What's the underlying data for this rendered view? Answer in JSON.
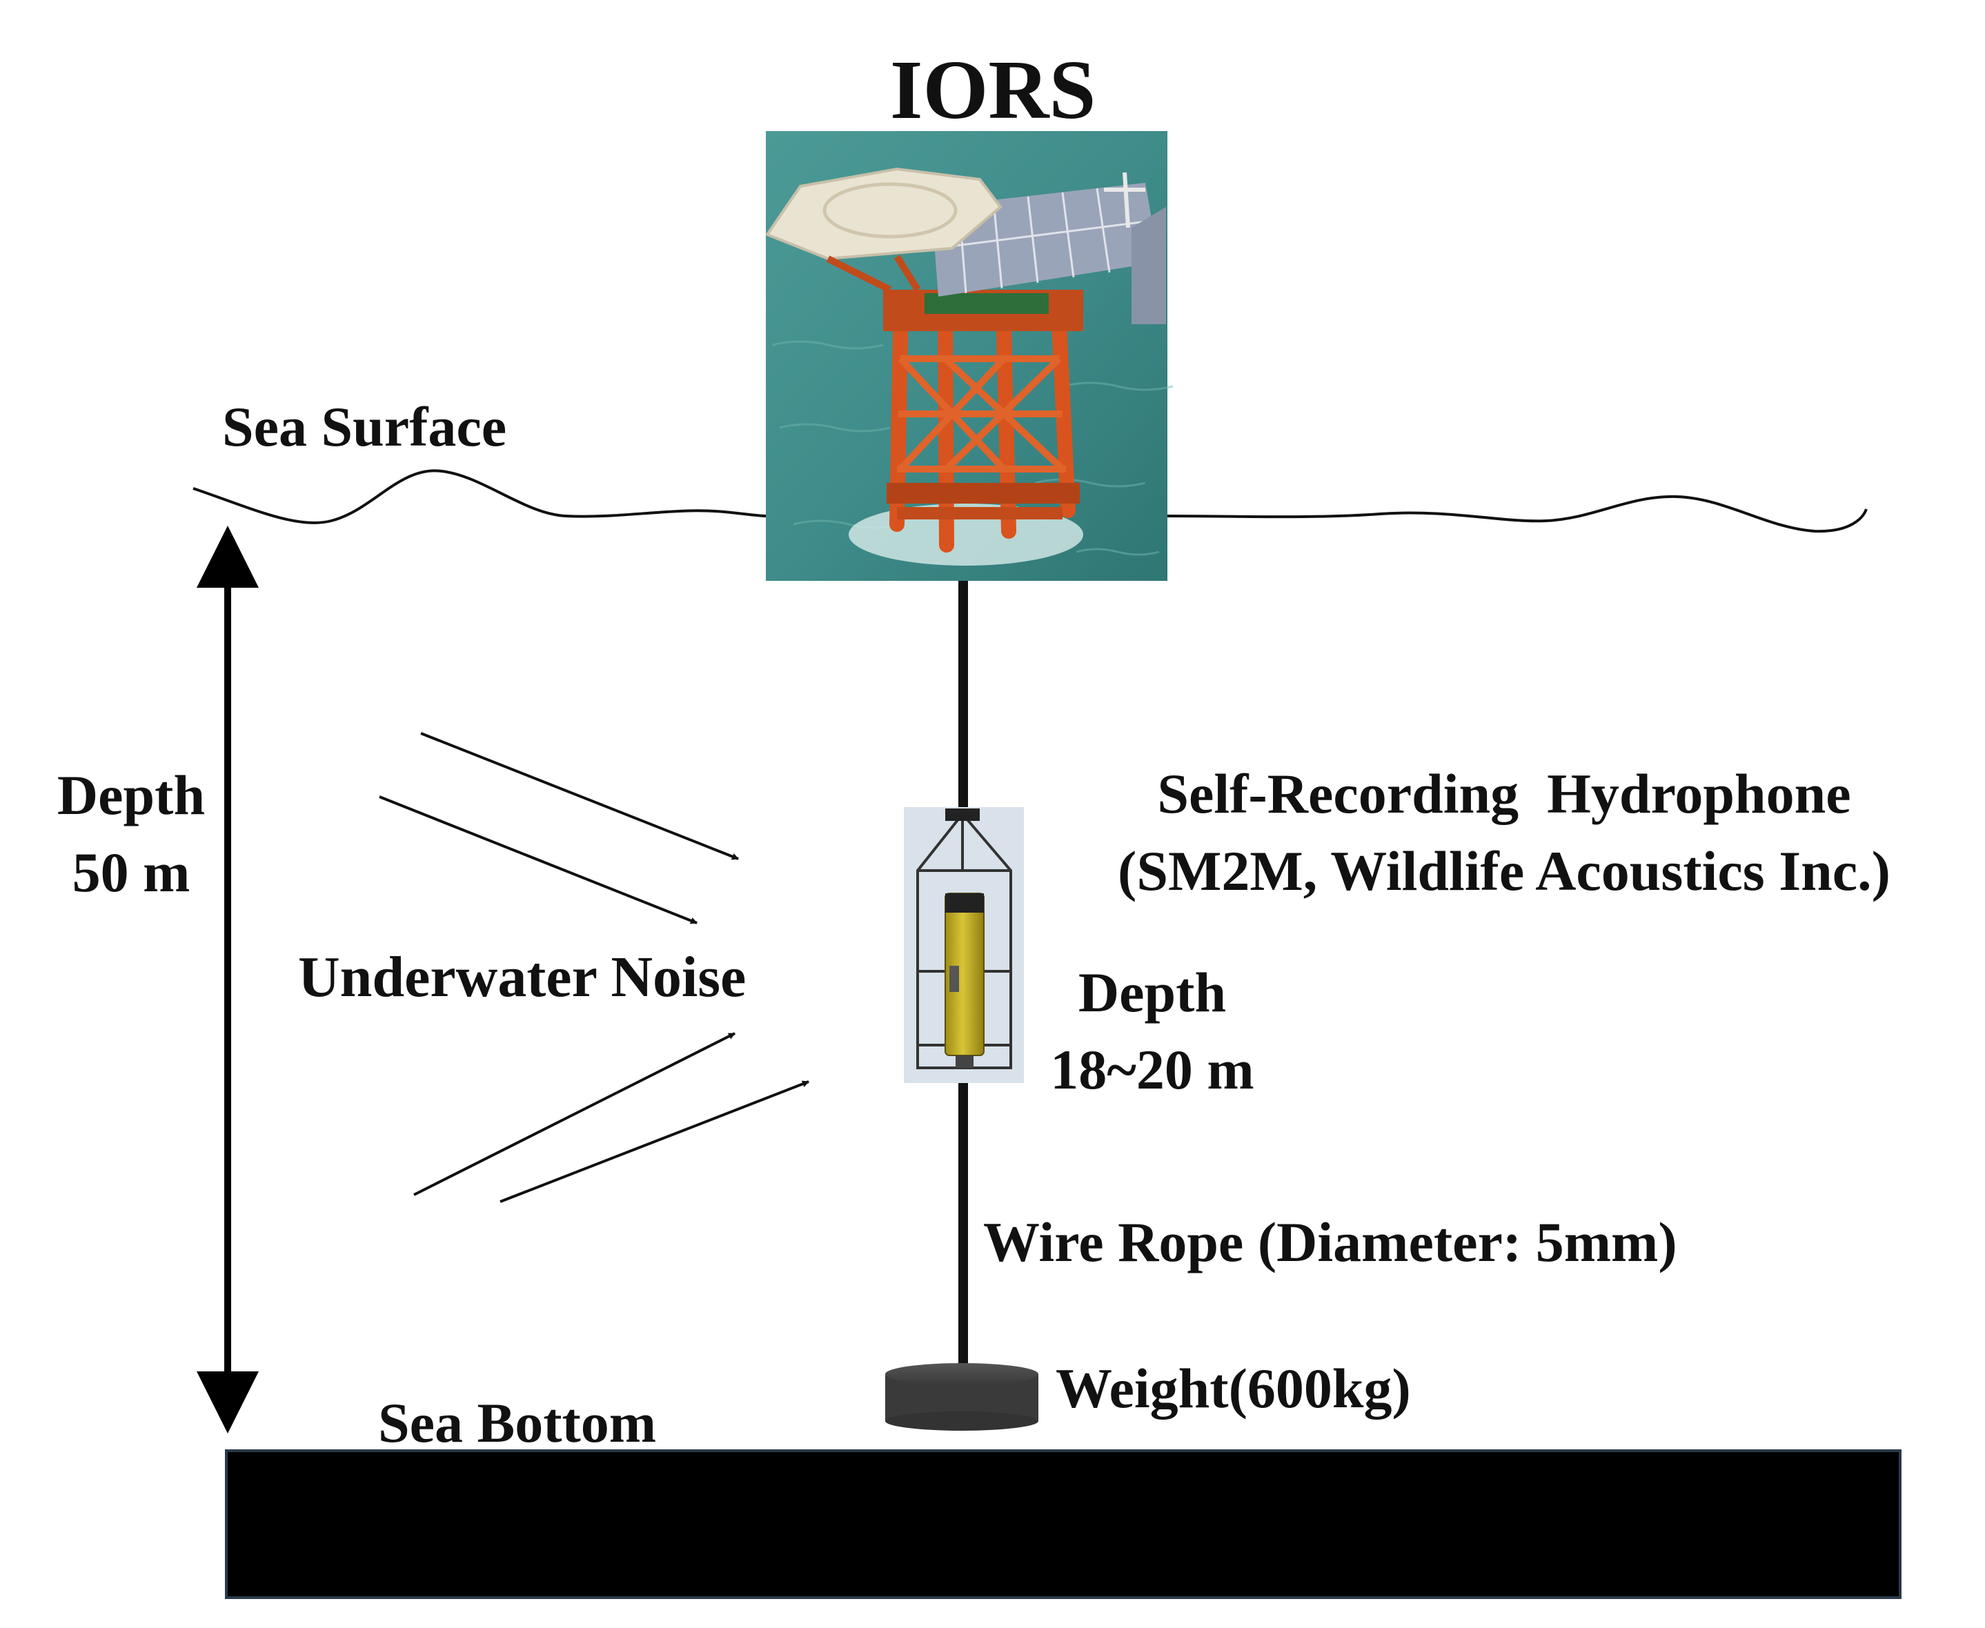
{
  "labels": {
    "platform": "IORS",
    "sea_surface": "Sea Surface",
    "depth_total_line1": "Depth",
    "depth_total_line2": "50 m",
    "noise": "Underwater Noise",
    "hydrophone_line1": "Self-Recording  Hydrophone",
    "hydrophone_line2": "(SM2M, Wildlife Acoustics Inc.)",
    "depth_hydro_line1": "Depth",
    "depth_hydro_line2": "18~20 m",
    "wire_rope": "Wire Rope (Diameter: 5mm)",
    "weight": "Weight(600kg)",
    "sea_bottom": "Sea Bottom"
  },
  "colors": {
    "sea_bottom": "#000000",
    "sea_water": "#3f8c8a",
    "platform_structure": "#d9531e",
    "hydrophone_body": "#c9b52a",
    "weight": "#3a3a3a",
    "lines": "#111111"
  }
}
